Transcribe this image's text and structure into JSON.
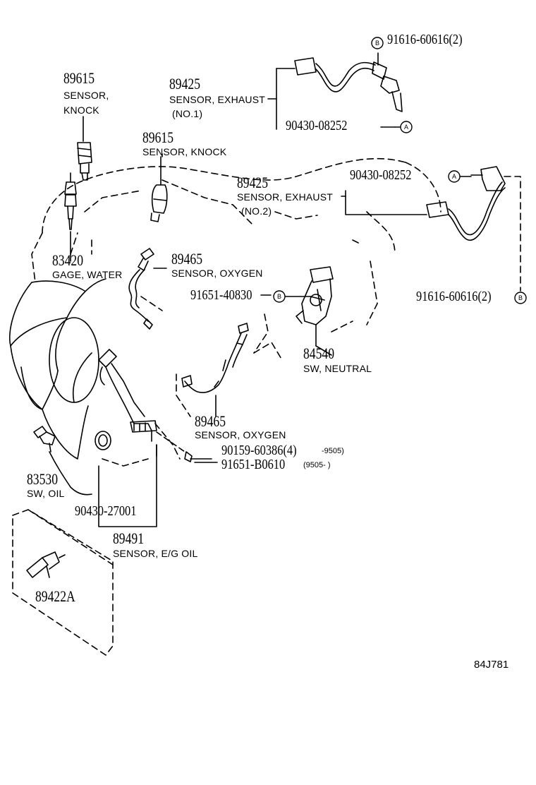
{
  "diagram": {
    "parts": [
      {
        "number": "89615",
        "desc": [
          "SENSOR,",
          "KNOCK"
        ]
      },
      {
        "number": "89615",
        "desc": [
          "SENSOR, KNOCK"
        ]
      },
      {
        "number": "89425",
        "desc": [
          "SENSOR, EXHAUST",
          "(NO.1)"
        ]
      },
      {
        "number": "89425",
        "desc": [
          "SENSOR, EXHAUST",
          "(NO.2)"
        ]
      },
      {
        "number": "83420",
        "desc": [
          "GAGE, WATER"
        ]
      },
      {
        "number": "89465",
        "desc": [
          "SENSOR, OXYGEN"
        ]
      },
      {
        "number": "84540",
        "desc": [
          "SW, NEUTRAL"
        ]
      },
      {
        "number": "89465",
        "desc": [
          "SENSOR, OXYGEN"
        ]
      },
      {
        "number": "83530",
        "desc": [
          "SW, OIL"
        ]
      },
      {
        "number": "89491",
        "desc": [
          "SENSOR, E/G OIL"
        ]
      },
      {
        "number": "89422A",
        "desc": []
      }
    ],
    "fasteners": [
      {
        "number": "91616-60616(2)",
        "mark": "B"
      },
      {
        "number": "90430-08252",
        "mark": "A"
      },
      {
        "number": "90430-08252",
        "mark": "A"
      },
      {
        "number": "91616-60616(2)",
        "mark": "B"
      },
      {
        "number": "91651-40830",
        "mark": "B"
      },
      {
        "number": "90159-60386(4)",
        "range": "-9505)"
      },
      {
        "number": "91651-B0610",
        "range": "(9505-        )"
      },
      {
        "number": "90430-27001"
      }
    ],
    "reference": "84J781"
  }
}
